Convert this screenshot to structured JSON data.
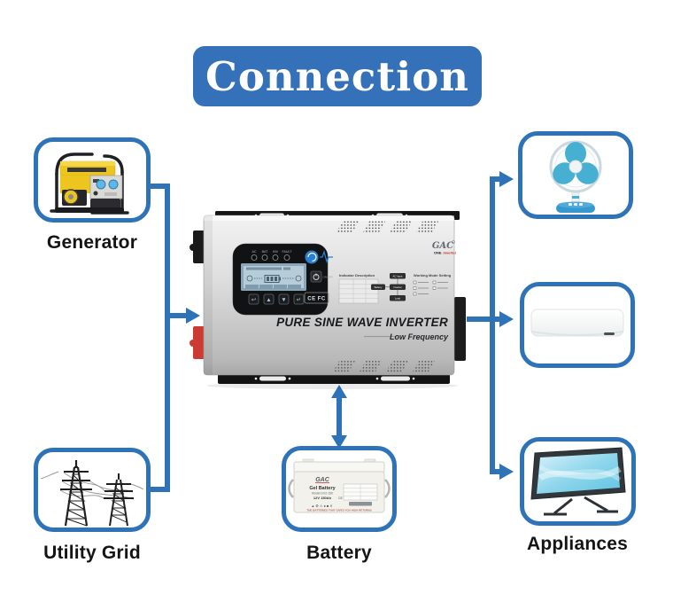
{
  "title": "Connection",
  "colors": {
    "accent": "#2e73b8",
    "banner": "#3571b8"
  },
  "nodes": {
    "generator": {
      "label": "Generator"
    },
    "utility_grid": {
      "label": "Utility Grid"
    },
    "battery": {
      "label": "Battery"
    },
    "appliances": {
      "label": "Appliances"
    }
  },
  "inverter": {
    "brand": "GAC",
    "brand_sub_1": "ONE",
    "brand_sub_2": "inverter",
    "name": "PURE SINE WAVE INVERTER",
    "subtitle": "Low Frequency",
    "leds": [
      "AC",
      "BAT",
      "INV",
      "FAULT"
    ],
    "power_button": "ON/OFF",
    "certs": "CE FC",
    "indicator_title": "Indicator Description",
    "mode_title": "Working Mode Setting",
    "flow": {
      "ac": "AC Input",
      "battery": "Battery",
      "inverter": "Inverter",
      "load": "Load"
    }
  },
  "battery_unit": {
    "brand": "GAC",
    "type": "Gel Battery",
    "model": "Model GV2-150",
    "rating": "12V 150Ah",
    "cert": "CE",
    "tagline": "THE BATTERIES THAT GIVES YOU HIGH RETURNS"
  }
}
